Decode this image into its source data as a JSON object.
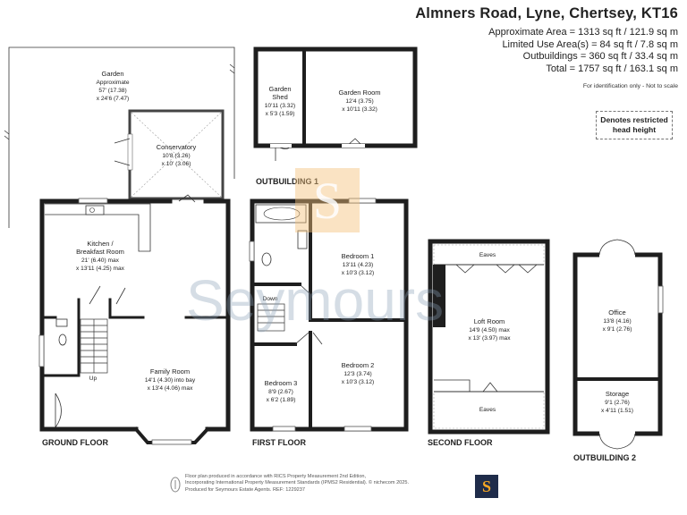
{
  "property": {
    "title": "Almners Road, Lyne, Chertsey, KT16",
    "areas": [
      "Approximate Area = 1313 sq ft / 121.9 sq m",
      "Limited Use Area(s) = 84 sq ft / 7.8 sq m",
      "Outbuildings = 360 sq ft / 33.4 sq m",
      "Total = 1757 sq ft / 163.1 sq m"
    ],
    "disclaimer": "For identification only - Not to scale",
    "restricted_key": [
      "Denotes restricted",
      "head height"
    ]
  },
  "rooms": {
    "garden": [
      "Garden",
      "Approximate",
      "57' (17.38)",
      "x 24'6 (7.47)"
    ],
    "conservatory": [
      "Conservatory",
      "10'8 (3.26)",
      "x 10' (3.06)"
    ],
    "kitchen": [
      "Kitchen /",
      "Breakfast Room",
      "21' (6.40) max",
      "x 13'11 (4.25) max"
    ],
    "family": [
      "Family Room",
      "14'1 (4.30) into bay",
      "x 13'4 (4.06) max"
    ],
    "shed": [
      "Garden",
      "Shed",
      "10'11 (3.32)",
      "x 5'3 (1.59)"
    ],
    "garden_room": [
      "Garden Room",
      "12'4 (3.75)",
      "x 10'11 (3.32)"
    ],
    "bed1": [
      "Bedroom 1",
      "13'11 (4.23)",
      "x 10'3 (3.12)"
    ],
    "bed2": [
      "Bedroom 2",
      "12'3 (3.74)",
      "x 10'3 (3.12)"
    ],
    "bed3": [
      "Bedroom 3",
      "8'9 (2.67)",
      "x 6'2 (1.89)"
    ],
    "loft": [
      "Loft Room",
      "14'9 (4.50) max",
      "x 13' (3.97) max"
    ],
    "office": [
      "Office",
      "13'8 (4.16)",
      "x 9'1 (2.76)"
    ],
    "storage": [
      "Storage",
      "9'1 (2.76)",
      "x 4'11 (1.51)"
    ]
  },
  "labels": {
    "up": "Up",
    "down": "Down",
    "eaves": "Eaves"
  },
  "floors": {
    "ground": "GROUND FLOOR",
    "first": "FIRST FLOOR",
    "second": "SECOND FLOOR",
    "outbuilding1": "OUTBUILDING 1",
    "outbuilding2": "OUTBUILDING 2"
  },
  "footer": {
    "lines": [
      "Floor plan produced in accordance with RICS Property Measurement 2nd Edition,",
      "Incorporating International Property Measurement Standards (IPMS2 Residential).  © nichecom 2025.",
      "Produced for Seymours Estate Agents.   REF: 1229237"
    ],
    "badge": "S"
  },
  "watermark": {
    "text": "Seymours",
    "badge": "S"
  },
  "colors": {
    "wall": "#1e1e1e",
    "watermark": "#8aa0b6",
    "watermark_badge": "#f3c27a",
    "brand_dark": "#1f2c4a",
    "brand_accent": "#f5a623"
  }
}
